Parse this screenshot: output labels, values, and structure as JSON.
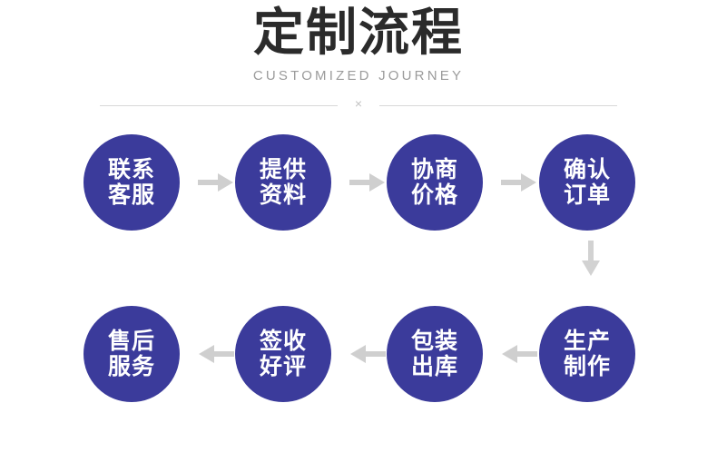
{
  "header": {
    "title": "定制流程",
    "subtitle": "CUSTOMIZED JOURNEY",
    "divider_mark": "×"
  },
  "colors": {
    "node_fill": "#3b3b9b",
    "node_text": "#ffffff",
    "title_text": "#2b2b2b",
    "subtitle_text": "#9b9b9b",
    "arrow": "#cfcfcf",
    "divider": "#d8d8d8",
    "background": "#ffffff"
  },
  "flow": {
    "rows": [
      {
        "direction": "left-to-right",
        "nodes": [
          {
            "line1": "联系",
            "line2": "客服"
          },
          {
            "line1": "提供",
            "line2": "资料"
          },
          {
            "line1": "协商",
            "line2": "价格"
          },
          {
            "line1": "确认",
            "line2": "订单"
          }
        ]
      },
      {
        "direction": "right-to-left",
        "nodes": [
          {
            "line1": "生产",
            "line2": "制作"
          },
          {
            "line1": "包装",
            "line2": "出库"
          },
          {
            "line1": "签收",
            "line2": "好评"
          },
          {
            "line1": "售后",
            "line2": "服务"
          }
        ]
      }
    ],
    "connectors": [
      {
        "name": "arrow-right-1",
        "direction": "right"
      },
      {
        "name": "arrow-right-2",
        "direction": "right"
      },
      {
        "name": "arrow-right-3",
        "direction": "right"
      },
      {
        "name": "arrow-down-1",
        "direction": "down"
      },
      {
        "name": "arrow-left-1",
        "direction": "left"
      },
      {
        "name": "arrow-left-2",
        "direction": "left"
      },
      {
        "name": "arrow-left-3",
        "direction": "left"
      }
    ]
  }
}
